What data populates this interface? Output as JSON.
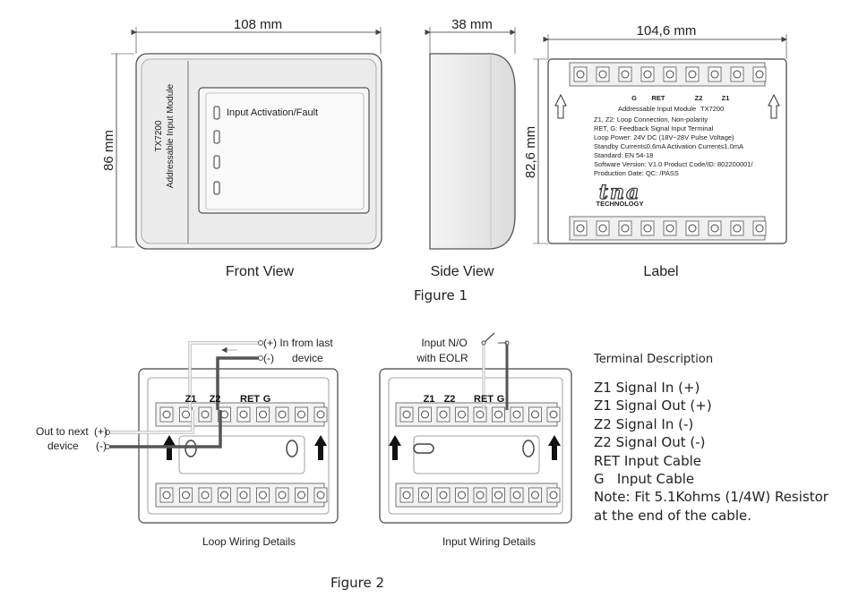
{
  "figure1": {
    "caption": "Figure 1",
    "front_view": {
      "label": "Front View",
      "width_dim": "108 mm",
      "height_dim": "86 mm",
      "model": "TX7200",
      "module_name": "Addressable Input Module",
      "led_label": "Input Activation/Fault"
    },
    "side_view": {
      "label": "Side View",
      "width_dim": "38 mm"
    },
    "label_view": {
      "label": "Label",
      "width_dim": "104,6 mm",
      "height_dim": "82,6 mm",
      "terminals": [
        "G",
        "RET",
        "Z2",
        "Z1"
      ],
      "product_name": "Addressable Input Module",
      "product_model": "TX7200",
      "lines": [
        "Z1, Z2: Loop Connection, Non-polarity",
        "RET, G: Feedback Signal Input Terminal",
        "Loop Power: 24V DC (18V~28V Pulse Voltage)",
        "Standby Current≤0.6mA  Activation Current≤1.0mA",
        "Standard: EN 54-18",
        "Software Version: V1.0   Product Code/ID: 802200001/",
        "Production Date:                              QC:      /PASS"
      ],
      "brand": "tna",
      "brand_sub": "TECHNOLOGY"
    }
  },
  "figure2": {
    "caption": "Figure 2",
    "loop_wiring": {
      "label": "Loop Wiring Details",
      "in_plus": "(+) In from last",
      "in_minus": "(-)      device",
      "out_label_1": "Out to next",
      "out_label_2": "device",
      "out_plus": "(+)",
      "out_minus": "(-)",
      "terminals": [
        "Z1",
        "Z2",
        "RET",
        "G"
      ]
    },
    "input_wiring": {
      "label": "Input Wiring Details",
      "input_label_1": "Input N/O",
      "input_label_2": "with EOLR",
      "terminals": [
        "Z1",
        "Z2",
        "RET",
        "G"
      ]
    }
  },
  "terminal_description": {
    "title": "Terminal Description",
    "lines": [
      "Z1 Signal In (+)",
      "Z1 Signal Out (+)",
      "Z2 Signal In (-)",
      "Z2 Signal Out (-)",
      "RET Input Cable",
      "G   Input Cable",
      "Note: Fit 5.1Kohms (1/4W) Resistor",
      "at the end of the cable."
    ]
  }
}
